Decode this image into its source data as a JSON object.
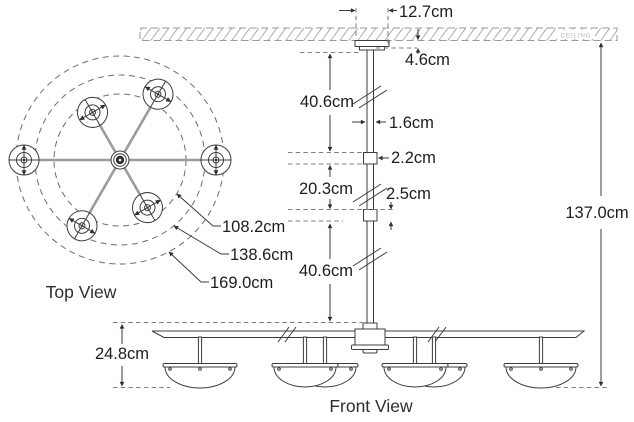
{
  "top_view": {
    "label": "Top View",
    "dims": {
      "inner_diameter": "108.2cm",
      "middle_diameter": "138.6cm",
      "outer_diameter": "169.0cm"
    }
  },
  "front_view": {
    "label": "Front View",
    "ceiling_label": "CEILING",
    "dims": {
      "canopy_width": "12.7cm",
      "ceiling_to_canopy": "4.6cm",
      "upper_rod": "40.6cm",
      "rod_diameter": "1.6cm",
      "upper_coupling": "2.2cm",
      "middle_rod": "20.3cm",
      "lower_coupling": "2.5cm",
      "lower_rod": "40.6cm",
      "overall_height": "137.0cm",
      "fixture_height": "24.8cm"
    }
  },
  "colors": {
    "line": "#3c3c3c",
    "arm_gray": "#9c9c9c",
    "text": "#1d1d1d",
    "ceiling_text": "#b5b5b5"
  }
}
